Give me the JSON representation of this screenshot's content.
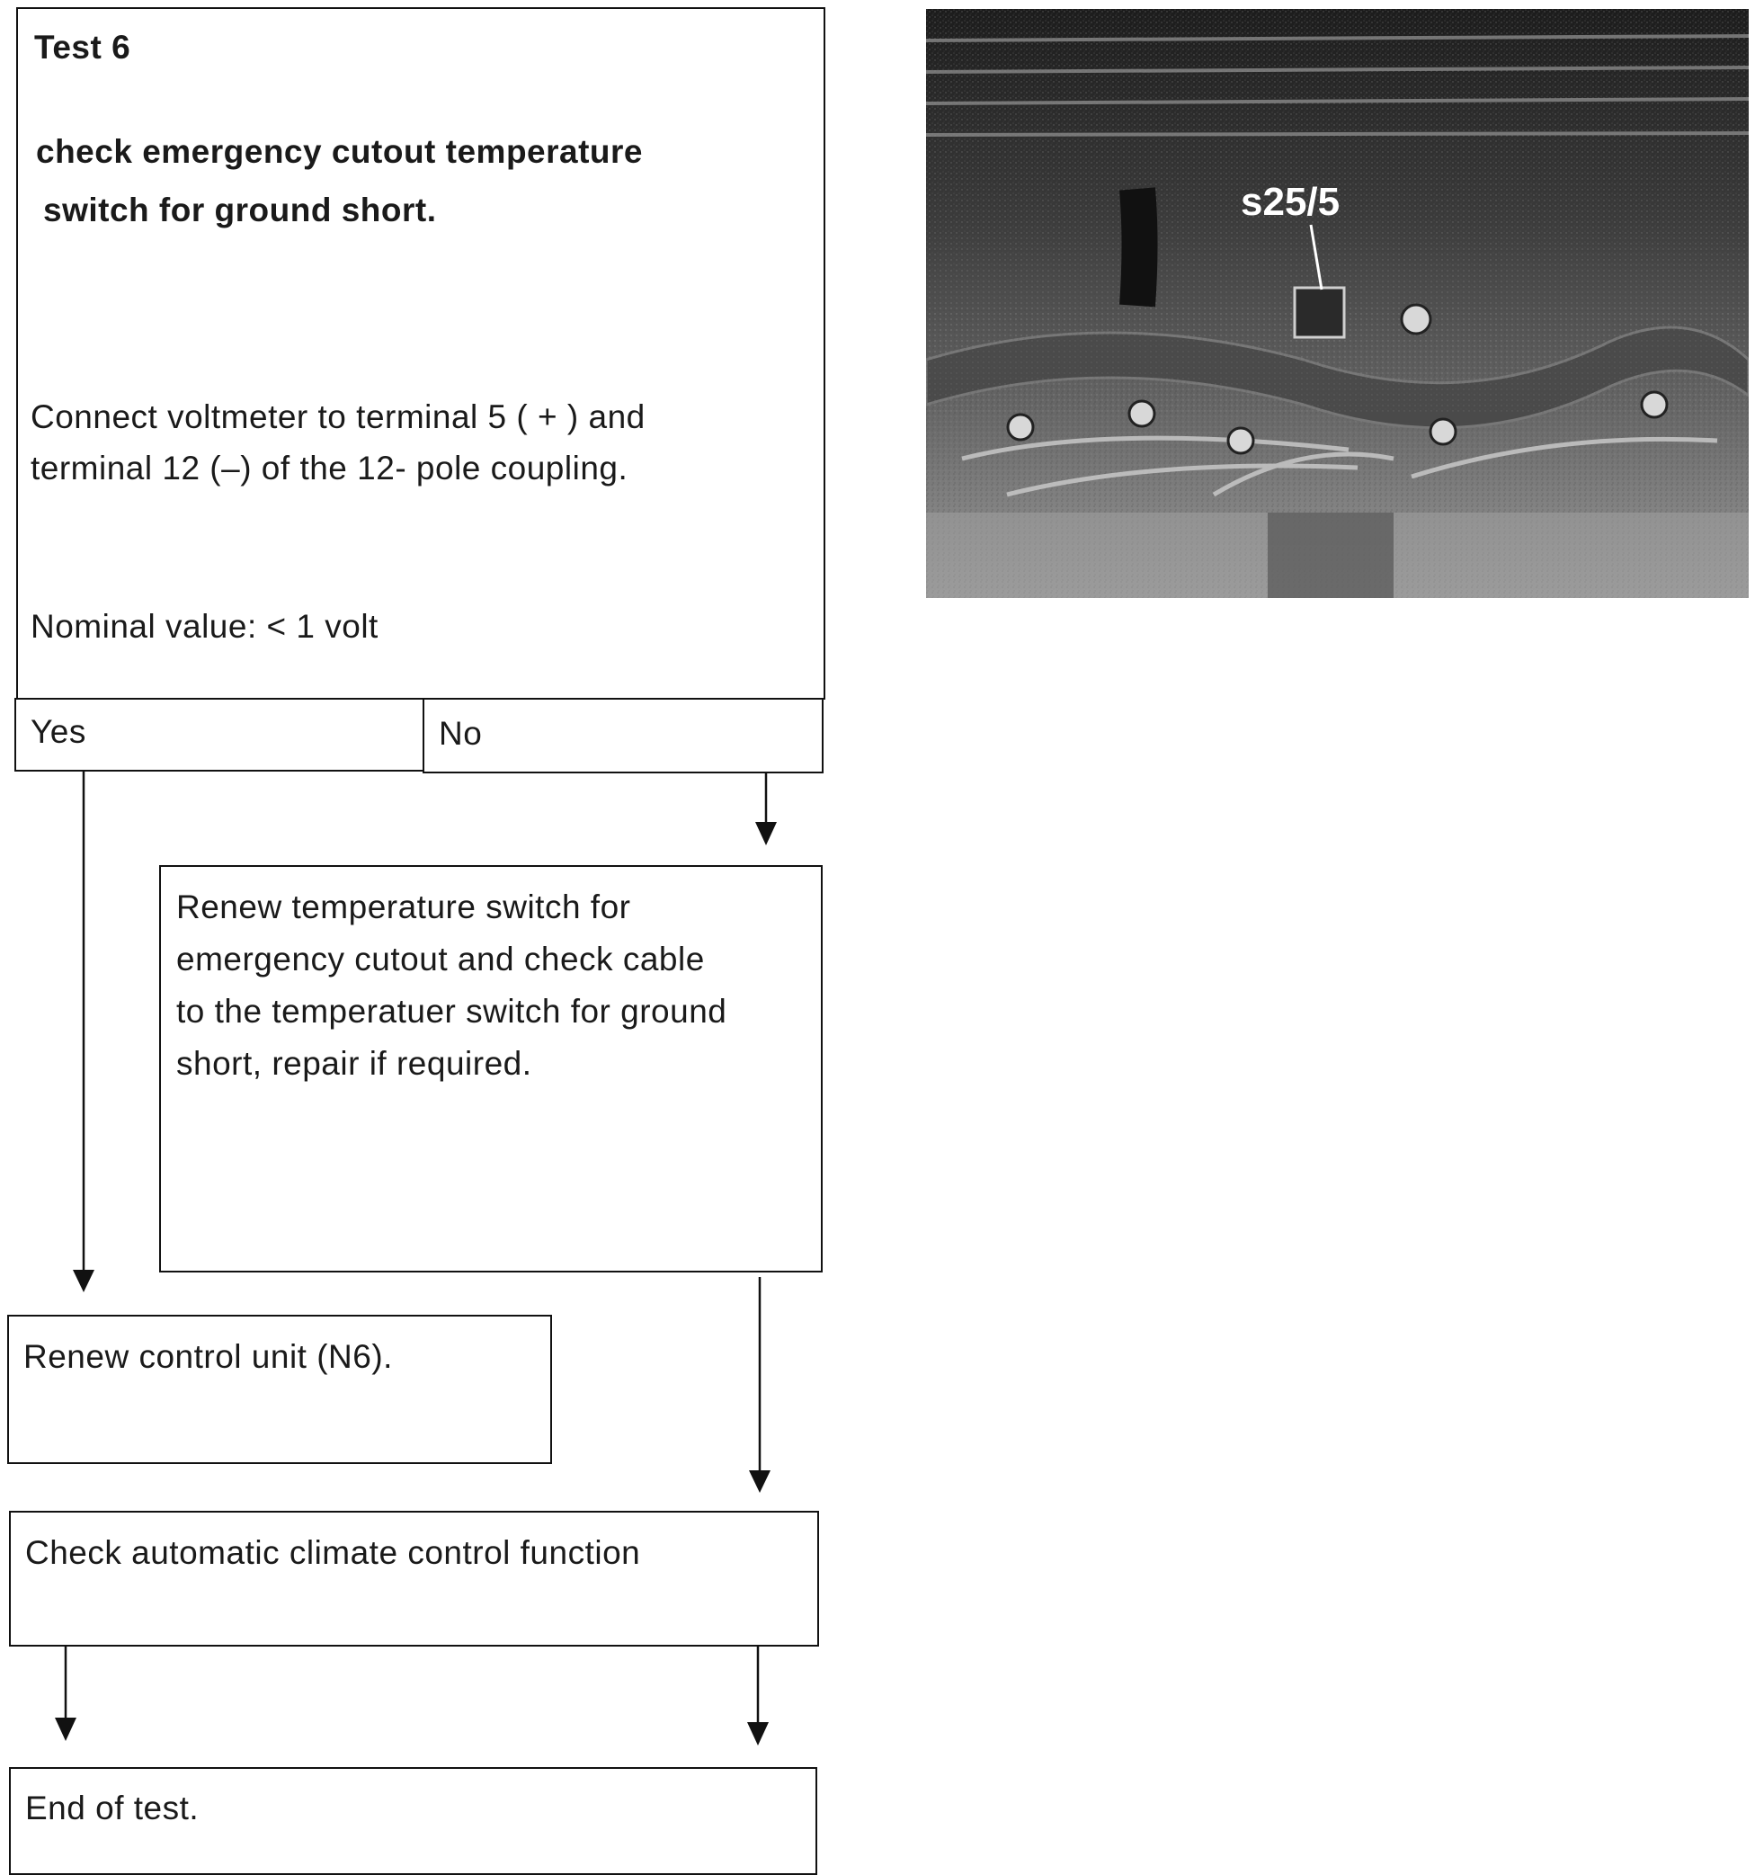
{
  "test": {
    "title": "Test 6",
    "heading_line1": "check emergency cutout temperature",
    "heading_line2": "switch for ground short.",
    "instruction_line1": "Connect voltmeter to terminal 5 ( + ) and",
    "instruction_line2": "terminal 12 (–) of the 12- pole coupling.",
    "nominal": "Nominal value: < 1 volt",
    "yes_label": "Yes",
    "no_label": "No"
  },
  "renew_switch": {
    "line1": "Renew temperature switch for",
    "line2": "emergency cutout and check cable",
    "line3": "to the temperatuer switch for ground",
    "line4": "short, repair if required."
  },
  "renew_control": "Renew control unit (N6).",
  "check_function": "Check automatic climate control function",
  "end": "End of test.",
  "photo": {
    "label": "s25/5"
  }
}
